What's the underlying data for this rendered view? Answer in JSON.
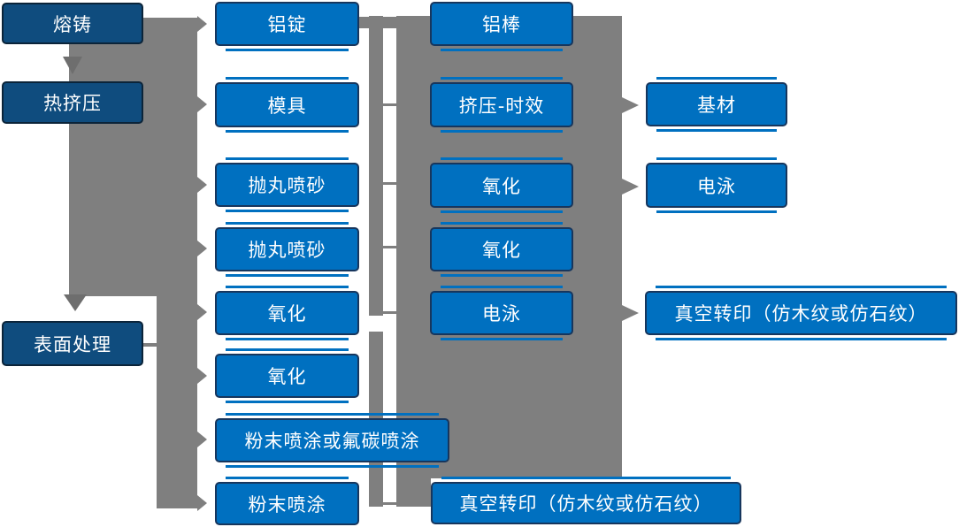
{
  "diagram_title": "Aluminium profile production process flow",
  "colors": {
    "stage_box": "#0f4c7e",
    "process_box": "#0070c0",
    "box_border": "#17365d",
    "connector_gray": "#7f7f7f",
    "arrow_dark_gray": "#6e6e6e",
    "text": "#ffffff"
  },
  "nodes": {
    "melt_casting": {
      "label": "熔铸"
    },
    "hot_extrusion": {
      "label": "热挤压"
    },
    "surface_treatment": {
      "label": "表面处理"
    },
    "aluminum_ingot": {
      "label": "铝锭"
    },
    "mold": {
      "label": "模具"
    },
    "shot_blasting_1": {
      "label": "抛丸喷砂"
    },
    "shot_blasting_2": {
      "label": "抛丸喷砂"
    },
    "oxidation_a1": {
      "label": "氧化"
    },
    "oxidation_a2": {
      "label": "氧化"
    },
    "powder_or_fluorocarbon": {
      "label": "粉末喷涂或氟碳喷涂"
    },
    "powder_coating": {
      "label": "粉末喷涂"
    },
    "aluminum_rod": {
      "label": "铝棒"
    },
    "extrusion_aging": {
      "label": "挤压-时效"
    },
    "oxidation_b1": {
      "label": "氧化"
    },
    "oxidation_b2": {
      "label": "氧化"
    },
    "electrophoresis_mid": {
      "label": "电泳"
    },
    "vacuum_transfer_bottom": {
      "label": "真空转印（仿木纹或仿石纹）"
    },
    "substrate": {
      "label": "基材"
    },
    "electrophoresis_right": {
      "label": "电泳"
    },
    "vacuum_transfer_right": {
      "label": "真空转印（仿木纹或仿石纹）"
    }
  }
}
